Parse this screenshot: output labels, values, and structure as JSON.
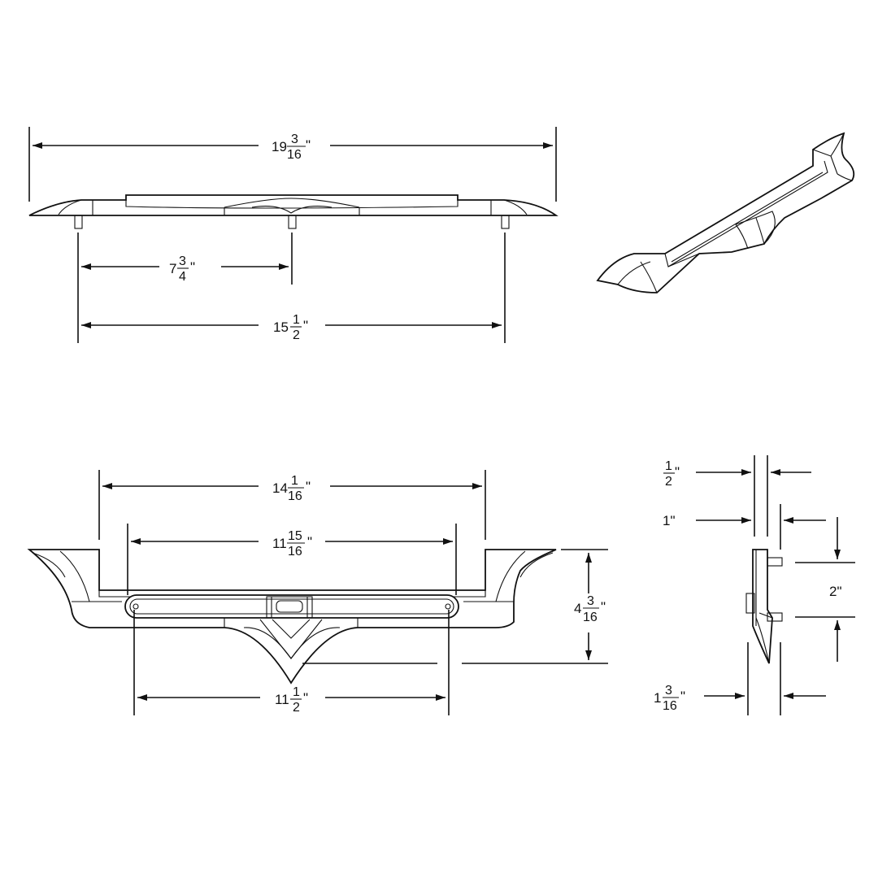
{
  "dimensions": {
    "overall_length": {
      "whole": "19",
      "num": "3",
      "den": "16",
      "unit": "\""
    },
    "half_peg_spacing": {
      "whole": "7",
      "num": "3",
      "den": "4",
      "unit": "\""
    },
    "peg_spacing": {
      "whole": "15",
      "num": "1",
      "den": "2",
      "unit": "\""
    },
    "inner_width": {
      "whole": "14",
      "num": "1",
      "den": "16",
      "unit": "\""
    },
    "light_length": {
      "whole": "11",
      "num": "15",
      "den": "16",
      "unit": "\""
    },
    "height": {
      "whole": "4",
      "num": "3",
      "den": "16",
      "unit": "\""
    },
    "hole_spacing": {
      "whole": "11",
      "num": "1",
      "den": "2",
      "unit": "\""
    },
    "side_half": {
      "whole": "",
      "num": "1",
      "den": "2",
      "unit": "\""
    },
    "side_one": {
      "text": "1\""
    },
    "side_two": {
      "text": "2\""
    },
    "side_depth": {
      "whole": "1",
      "num": "3",
      "den": "16",
      "unit": "\""
    }
  }
}
